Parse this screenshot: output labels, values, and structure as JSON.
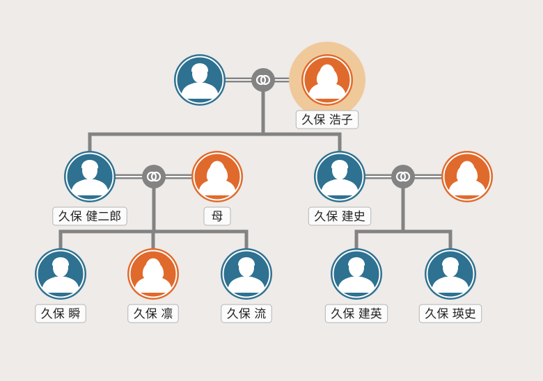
{
  "colors": {
    "background": "#eeebe8",
    "male": "#2e7191",
    "female": "#e06a2c",
    "highlight": "#f0c99a",
    "line": "#838383",
    "ring": "#ffffff"
  },
  "people": [
    {
      "id": "grandfather",
      "name": "",
      "gender": "male"
    },
    {
      "id": "grandmother",
      "name": "久保 浩子",
      "gender": "female",
      "highlighted": true
    },
    {
      "id": "kenjiro",
      "name": "久保 健二郎",
      "gender": "male"
    },
    {
      "id": "mother",
      "name": "母",
      "gender": "female"
    },
    {
      "id": "kenji",
      "name": "久保 建史",
      "gender": "male"
    },
    {
      "id": "kenji-wife",
      "name": "",
      "gender": "female"
    },
    {
      "id": "shun",
      "name": "久保 瞬",
      "gender": "male"
    },
    {
      "id": "rin",
      "name": "久保 凛",
      "gender": "female"
    },
    {
      "id": "ryu",
      "name": "久保 流",
      "gender": "male"
    },
    {
      "id": "kenei",
      "name": "久保 建英",
      "gender": "male"
    },
    {
      "id": "eishi",
      "name": "久保 瑛史",
      "gender": "male"
    }
  ],
  "marriages": [
    {
      "id": "m-grandparents",
      "partners": [
        "grandfather",
        "grandmother"
      ],
      "children": [
        "kenjiro",
        "kenji"
      ]
    },
    {
      "id": "m-kenjiro",
      "partners": [
        "kenjiro",
        "mother"
      ],
      "children": [
        "shun",
        "rin",
        "ryu"
      ]
    },
    {
      "id": "m-kenji",
      "partners": [
        "kenji",
        "kenji-wife"
      ],
      "children": [
        "kenei",
        "eishi"
      ]
    }
  ]
}
